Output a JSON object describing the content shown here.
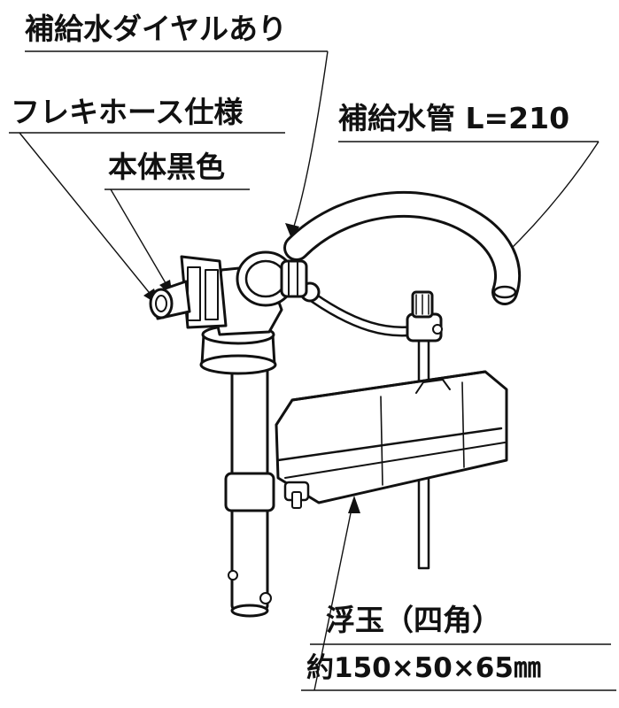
{
  "labels": {
    "dial": "補給水ダイヤルあり",
    "flex": "フレキホース仕様",
    "body_color": "本体黒色",
    "refill_tube": "補給水管 L=210",
    "float_name": "浮玉（四角）",
    "float_size": "約150×50×65㎜"
  },
  "colors": {
    "ink": "#111111",
    "part_fill": "#ffffff",
    "background": "#ffffff"
  }
}
